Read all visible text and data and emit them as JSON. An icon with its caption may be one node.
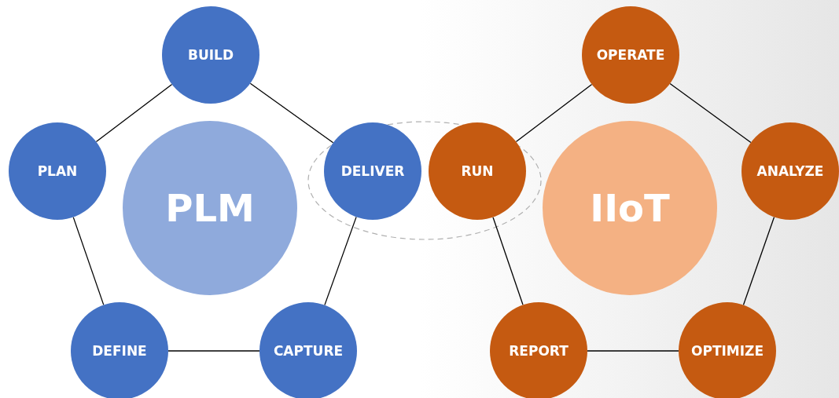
{
  "diagram": {
    "nodes": [
      {
        "text": [
          "BUILD"
        ]
      },
      {
        "text": [
          "OPERATE"
        ]
      },
      {
        "text": [
          "PLAN"
        ]
      },
      {
        "text": [
          "PLM"
        ]
      },
      {
        "text": [
          "DELIVER"
        ]
      },
      {
        "text": [
          "RUN"
        ]
      },
      {
        "text": [
          "IIoT"
        ]
      },
      {
        "text": [
          "ANALYZE"
        ]
      },
      {
        "text": [
          "DEFINE"
        ]
      },
      {
        "text": [
          "CAPTURE"
        ]
      },
      {
        "text": [
          "REPORT"
        ]
      },
      {
        "text": [
          "OPTIMIZE"
        ]
      }
    ],
    "edges": [
      {
        "from": 0,
        "to": 2,
        "arrow": "none"
      },
      {
        "from": 0,
        "to": 4,
        "arrow": "none"
      },
      {
        "from": 4,
        "to": 9,
        "arrow": "none"
      },
      {
        "from": 9,
        "to": 8,
        "arrow": "none"
      },
      {
        "from": 8,
        "to": 2,
        "arrow": "none"
      },
      {
        "from": 1,
        "to": 5,
        "arrow": "none"
      },
      {
        "from": 1,
        "to": 7,
        "arrow": "none"
      },
      {
        "from": 7,
        "to": 11,
        "arrow": "none"
      },
      {
        "from": 11,
        "to": 10,
        "arrow": "none"
      },
      {
        "from": 10,
        "to": 5,
        "arrow": "none"
      }
    ]
  }
}
